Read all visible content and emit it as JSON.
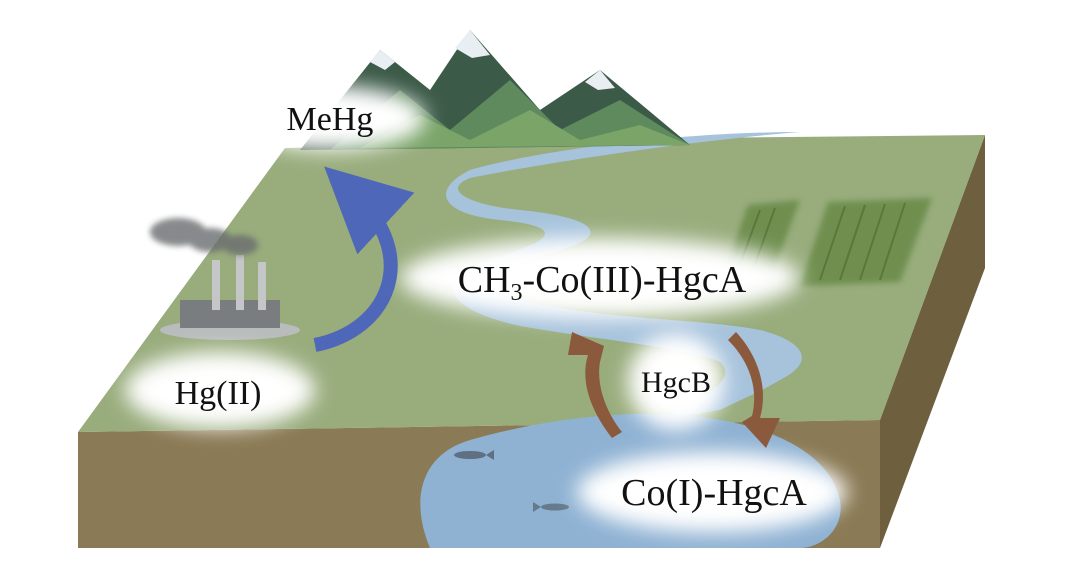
{
  "labels": {
    "mehg": "MeHg",
    "hg2": "Hg(II)",
    "ch3_prefix": "CH",
    "ch3_sub": "3",
    "ch3_suffix": "-Co(III)-HgcA",
    "hgcb": "HgcB",
    "co1": "Co(I)-HgcA"
  },
  "colors": {
    "blue_arrow": "#4f67b8",
    "brown_arrow": "#8b5a3c",
    "grass": "#98ac7c",
    "soil_front": "#8a7a55",
    "soil_side": "#6e5f3e",
    "river": "#a7c3dc",
    "pond": "#8fb2d3",
    "mountain_dark": "#3c5a48",
    "mountain_snow": "#e8eef2"
  }
}
